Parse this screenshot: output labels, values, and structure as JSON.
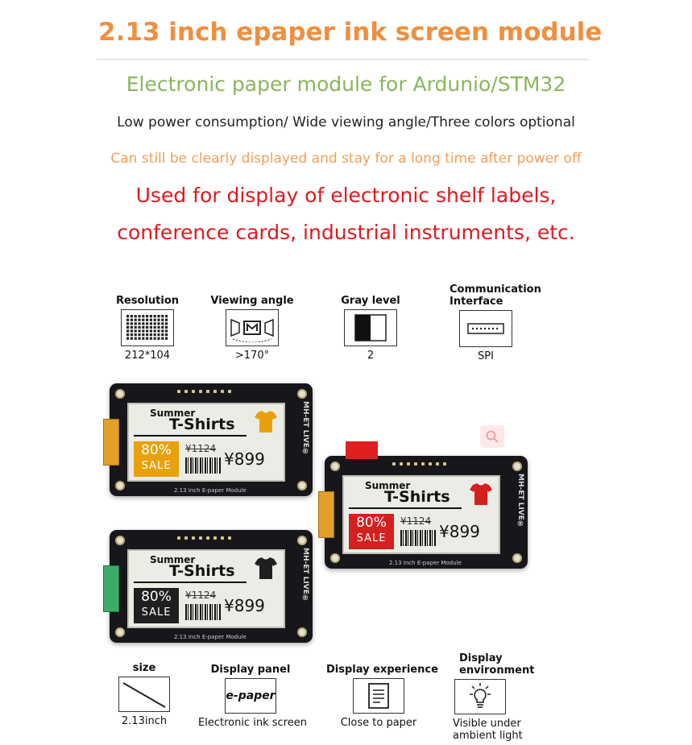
{
  "header": {
    "title": "2.13 inch epaper ink screen module",
    "subtitle": "Electronic paper module for Ardunio/STM32",
    "features": "Low power consumption/ Wide viewing angle/Three colors optional",
    "retention": "Can still be clearly displayed and stay for a long time after power off",
    "usage_line1": "Used for display of electronic shelf labels,",
    "usage_line2": "conference cards, industrial instruments, etc."
  },
  "specs_top": [
    {
      "label": "Resolution",
      "value": "212*104",
      "icon": "pixel-grid-icon"
    },
    {
      "label": "Viewing angle",
      "value": ">170°",
      "icon": "viewing-angle-icon"
    },
    {
      "label": "Gray level",
      "value": "2",
      "icon": "gray-level-icon"
    },
    {
      "label": "Communication Interface",
      "label_line1": "Communication",
      "label_line2": "Interface",
      "value": "SPI",
      "icon": "connector-icon"
    }
  ],
  "boards": [
    {
      "color": "#e8a10a",
      "shirt_color": "#e8a10a"
    },
    {
      "color": "#d4201e",
      "shirt_color": "#d4201e"
    },
    {
      "color": "#1f1f1f",
      "shirt_color": "#1f1f1f"
    }
  ],
  "label_text": {
    "summer": "Summer",
    "tshirts": "T-Shirts",
    "percent": "80%",
    "sale": "SALE",
    "old_price": "¥1124",
    "new_price": "¥899",
    "brand": "MH-ET LIVE®",
    "module_caption": "2.13 Inch E-paper Module"
  },
  "specs_bottom": [
    {
      "label": "size",
      "value": "2.13inch",
      "icon": "diagonal-size-icon"
    },
    {
      "label": "Display panel",
      "value": "Electronic ink screen",
      "badge": "e-paper",
      "icon": "epaper-badge-icon"
    },
    {
      "label": "Display experience",
      "value": "Close to paper",
      "icon": "document-icon"
    },
    {
      "label": "Display environment",
      "label_line1": "Display",
      "label_line2": "environment",
      "value": "Visible under ambient light",
      "value_line1": "Visible under",
      "value_line2": "ambient light",
      "icon": "light-bulb-icon"
    }
  ]
}
